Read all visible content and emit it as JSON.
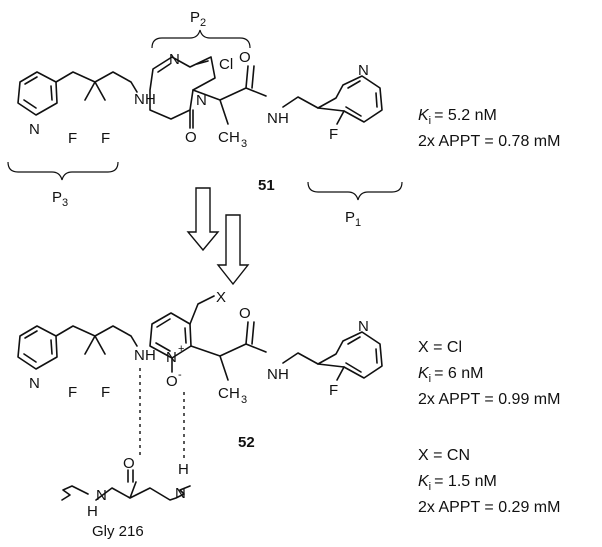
{
  "compound_51": {
    "number": "51",
    "ki": "= 5.2 nM",
    "appt": "2x APPT = 0.78 mM",
    "pockets": {
      "p1": "P",
      "p1_sub": "1",
      "p2": "P",
      "p2_sub": "2",
      "p3": "P",
      "p3_sub": "3"
    }
  },
  "compound_52": {
    "number": "52",
    "x_label": "X",
    "variants": [
      {
        "x": "X = Cl",
        "ki": "= 6 nM",
        "appt": "2x APPT = 0.99 mM"
      },
      {
        "x": "X = CN",
        "ki": "=  1.5 nM",
        "appt": "2x APPT = 0.29 mM"
      }
    ]
  },
  "ki_symbol": "K",
  "ki_sub": "i",
  "residue": "Gly 216",
  "atoms": {
    "N": "N",
    "F": "F",
    "Cl": "Cl",
    "O": "O",
    "H": "H",
    "C": "C",
    "H3": "3",
    "Nplus": "+",
    "Ominus": "-"
  }
}
